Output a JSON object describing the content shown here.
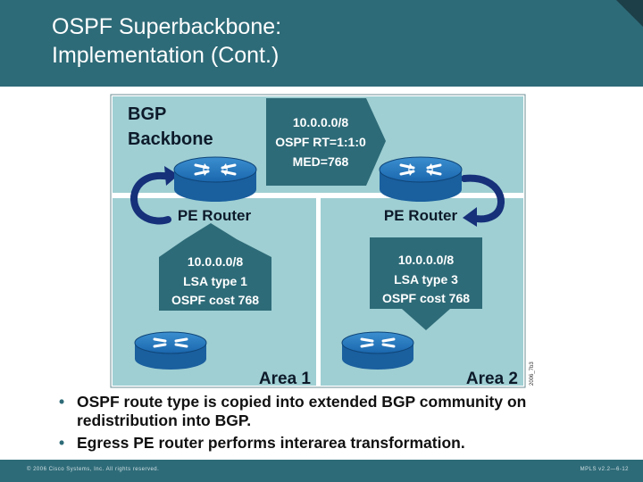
{
  "header": {
    "title_line1": "OSPF Superbackbone:",
    "title_line2": "Implementation (Cont.)"
  },
  "diagram": {
    "backbone_label_line1": "BGP",
    "backbone_label_line2": "Backbone",
    "bgp_box": [
      "10.0.0.0/8",
      "OSPF RT=1:1:0",
      "MED=768"
    ],
    "pe_router_left": "PE Router",
    "pe_router_right": "PE Router",
    "area1_box": [
      "10.0.0.0/8",
      "LSA type 1",
      "OSPF cost 768"
    ],
    "area2_box": [
      "10.0.0.0/8",
      "LSA type 3",
      "OSPF cost 768"
    ],
    "area1_label": "Area 1",
    "area2_label": "Area 2",
    "figure_id": "2006_7b3",
    "colors": {
      "backbone_fill": "#9fcfd3",
      "area_fill": "#9fcfd3",
      "callout_fill": "#2e6b78",
      "router_blue": "#1f6fb5",
      "arrow_navy": "#16307a"
    }
  },
  "bullets": [
    "OSPF route type is copied into extended BGP community on redistribution into BGP.",
    "Egress PE router performs interarea transformation."
  ],
  "footer": {
    "left": "© 2006 Cisco Systems, Inc. All rights reserved.",
    "right": "MPLS v2.2—6-12"
  }
}
